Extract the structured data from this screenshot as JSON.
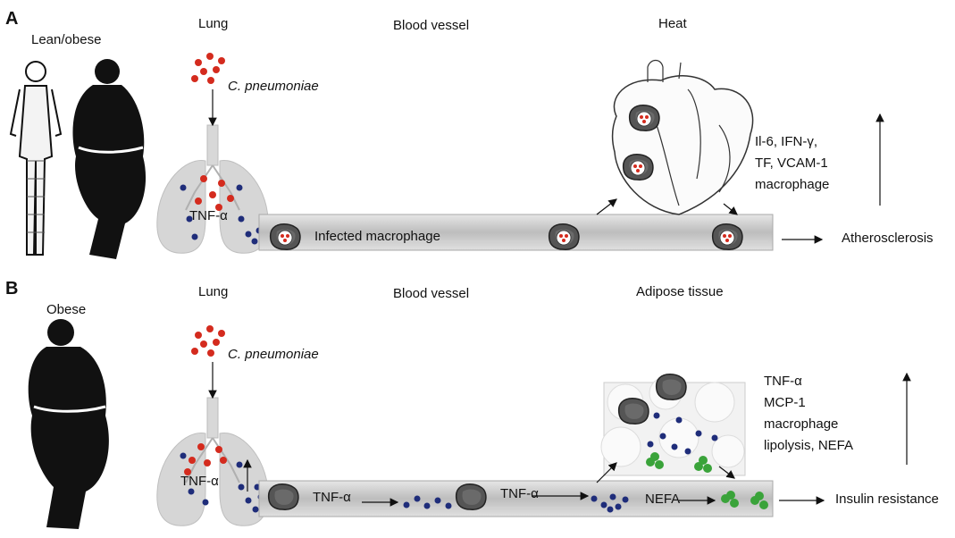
{
  "panelA": {
    "letter": "A",
    "people_label": "Lean/obese",
    "lung": "Lung",
    "blood_vessel": "Blood vessel",
    "organ": "Heat",
    "pathogen": "C. pneumoniae",
    "cytokine_in_lung": "TNF-α",
    "macrophage_label": "Infected macrophage",
    "markers": [
      "Il-6, IFN-γ,",
      "TF, VCAM-1",
      "macrophage"
    ],
    "outcome": "Atherosclerosis"
  },
  "panelB": {
    "letter": "B",
    "people_label": "Obese",
    "lung": "Lung",
    "blood_vessel": "Blood vessel",
    "organ": "Adipose tissue",
    "pathogen": "C. pneumoniae",
    "cytokine_in_lung": "TNF-α",
    "vessel_cytokine_1": "TNF-α",
    "vessel_cytokine_2": "TNF-α",
    "vessel_nefa": "NEFA",
    "markers": [
      "TNF-α",
      "MCP-1",
      "macrophage",
      "lipolysis, NEFA"
    ],
    "outcome": "Insulin resistance"
  },
  "colors": {
    "pathogen": "#d42b1e",
    "tnf_dot": "#1f2d7a",
    "nefa_dot": "#3aa33a",
    "macrophage": "#4a4a4a",
    "vessel": "#c8c8c8",
    "lung": "#dcdcdc"
  }
}
